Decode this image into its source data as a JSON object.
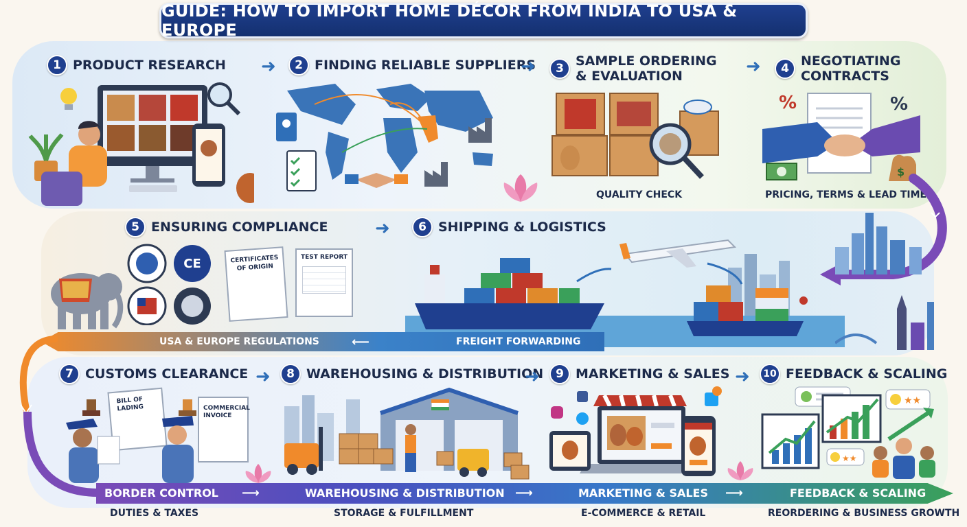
{
  "title": "GUIDE: HOW TO IMPORT HOME DÉCOR FROM INDIA TO USA & EUROPE",
  "steps": [
    {
      "num": "1",
      "title": "PRODUCT RESEARCH"
    },
    {
      "num": "2",
      "title": "FINDING RELIABLE SUPPLIERS"
    },
    {
      "num": "3",
      "title_line1": "SAMPLE ORDERING",
      "title_line2": "& EVALUATION"
    },
    {
      "num": "4",
      "title_line1": "NEGOTIATING",
      "title_line2": "CONTRACTS"
    },
    {
      "num": "5",
      "title": "ENSURING COMPLIANCE"
    },
    {
      "num": "6",
      "title": "SHIPPING & LOGISTICS"
    },
    {
      "num": "7",
      "title": "CUSTOMS CLEARANCE"
    },
    {
      "num": "8",
      "title": "WAREHOUSING & DISTRIBUTION"
    },
    {
      "num": "9",
      "title": "MARKETING & SALES"
    },
    {
      "num": "10",
      "title": "FEEDBACK & SCALING"
    }
  ],
  "captions": {
    "quality_check": "QUALITY CHECK",
    "pricing": "PRICING, TERMS & LEAD TIMES",
    "regulations": "USA & EUROPE REGULATIONS",
    "freight": "FREIGHT FORWARDING"
  },
  "documents": {
    "certificates": "CERTIFICATES OF ORIGIN",
    "test_report": "TEST REPORT",
    "bill": "BILL OF LADING",
    "invoice": "COMMERCIAL INVOICE"
  },
  "badges": {
    "ce": "CE"
  },
  "ribbon": {
    "border_control": "BORDER CONTROL",
    "warehousing": "WAREHOUSING & DISTRIBUTION",
    "marketing": "MARKETING & SALES",
    "feedback": "FEEDBACK & SCALING"
  },
  "sub_labels": {
    "duties": "DUTIES & TAXES",
    "storage": "STORAGE & FULFILLMENT",
    "ecommerce": "E-COMMERCE & RETAIL",
    "reordering": "REORDERING & BUSINESS GROWTH"
  },
  "colors": {
    "navy": "#1f3f8f",
    "orange": "#f08a2b",
    "purple": "#7a4bb7",
    "green": "#3aa05a"
  }
}
